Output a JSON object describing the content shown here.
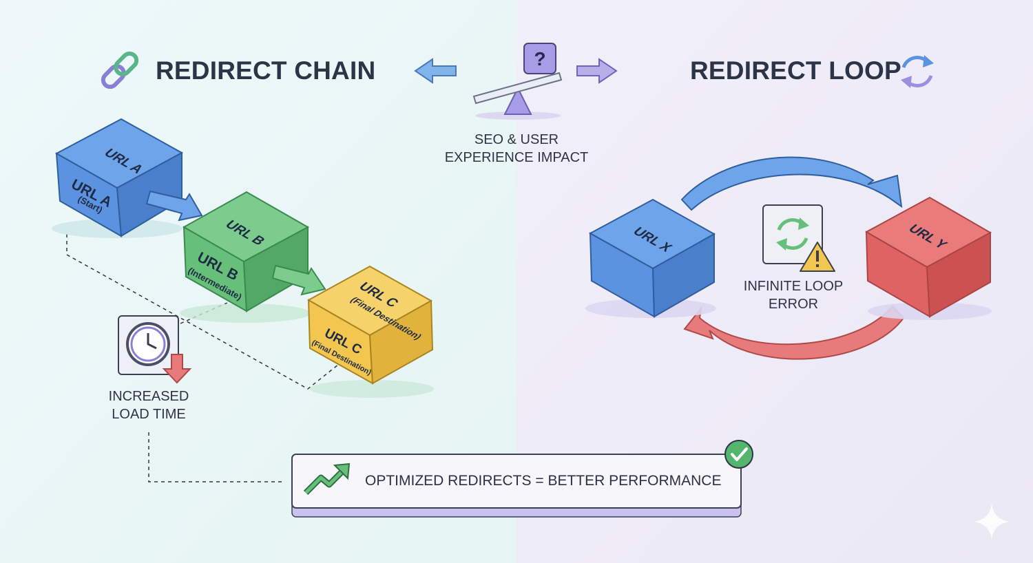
{
  "chain": {
    "title": "REDIRECT CHAIN",
    "nodes": [
      {
        "top": "URL A",
        "front": "URL A",
        "sub": "(Start)"
      },
      {
        "top": "URL B",
        "front": "URL B",
        "sub": "(Intermediate)"
      },
      {
        "top": "URL C",
        "top_sub": "(Final Destination)",
        "front": "URL C",
        "sub": "(Final Destination)"
      }
    ],
    "load_time": [
      "INCREASED",
      "LOAD TIME"
    ]
  },
  "impact": {
    "lines": [
      "SEO & USER",
      "EXPERIENCE IMPACT"
    ],
    "icon": "question-icon"
  },
  "loop": {
    "title": "REDIRECT LOOP",
    "nodes": [
      {
        "top": "URL X"
      },
      {
        "top": "URL Y"
      }
    ],
    "error": [
      "INFINITE LOOP",
      "ERROR"
    ]
  },
  "banner": {
    "text": "OPTIMIZED REDIRECTS = BETTER PERFORMANCE",
    "badge_icon": "check-icon"
  },
  "colors": {
    "left_bg": "#eaf6f8",
    "right_bg": "#efedf8",
    "blue": "#5b93e0",
    "green": "#66c07a",
    "yellow": "#f2c64f",
    "red": "#e06363",
    "purple": "#9a8fe0"
  }
}
